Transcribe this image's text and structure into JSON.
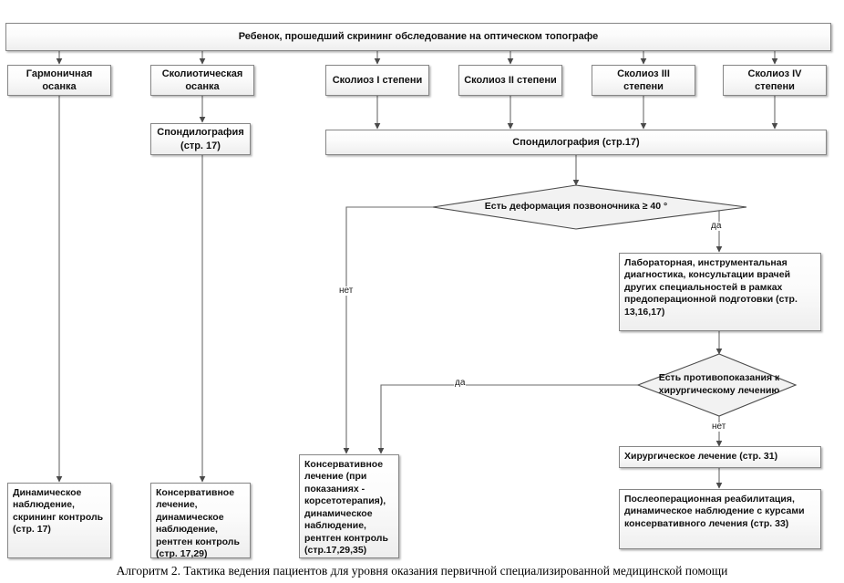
{
  "figure": {
    "caption": "Алгоритм 2. Тактика ведения пациентов для уровня оказания первичной специализированной медицинской помощи",
    "colors": {
      "node_border": "#868686",
      "node_fill_top": "#ffffff",
      "node_fill_bottom": "#eeeeee",
      "connector": "#5a5a5a",
      "text": "#111111"
    }
  },
  "chart_data": {
    "type": "diagram",
    "title": "Алгоритм 2. Тактика ведения пациентов для уровня оказания первичной специализированной медицинской помощи",
    "nodes": [
      {
        "id": "root",
        "shape": "process",
        "text": "Ребенок, прошедший скрининг обследование на оптическом топографе"
      },
      {
        "id": "harm",
        "shape": "process",
        "text": "Гармоничная осанка"
      },
      {
        "id": "scolpos",
        "shape": "process",
        "text": "Сколиотическая осанка"
      },
      {
        "id": "deg1",
        "shape": "process",
        "text": "Сколиоз I степени"
      },
      {
        "id": "deg2",
        "shape": "process",
        "text": "Сколиоз II степени"
      },
      {
        "id": "deg3",
        "shape": "process",
        "text": "Сколиоз III степени"
      },
      {
        "id": "deg4",
        "shape": "process",
        "text": "Сколиоз IV степени"
      },
      {
        "id": "spondL",
        "shape": "process",
        "text": "Спондилография (стр. 17)"
      },
      {
        "id": "spondR",
        "shape": "process",
        "text": "Спондилография (стр.17)"
      },
      {
        "id": "decide1",
        "shape": "decision",
        "text": "Есть деформация позвоночника ≥ 40 °"
      },
      {
        "id": "labdiag",
        "shape": "process",
        "text": "Лабораторная, инструментальная диагностика, консультации врачей других специальностей в рамках предоперационной подготовки (стр. 13,16,17)"
      },
      {
        "id": "decide2",
        "shape": "decision",
        "text": "Есть противопоказания к хирургическому лечению"
      },
      {
        "id": "surgery",
        "shape": "process",
        "text": "Хирургическое лечение (стр. 31)"
      },
      {
        "id": "postop",
        "shape": "process",
        "text": "Послеоперационная реабилитация, динамическое наблюдение с курсами консервативного лечения (стр. 33)"
      },
      {
        "id": "dynobs",
        "shape": "process",
        "text": "Динамическое наблюдение, скрининг контроль (стр. 17)"
      },
      {
        "id": "conserv1",
        "shape": "process",
        "text": "Консервативное лечение, динамическое наблюдение, рентген контроль (стр. 17,29)"
      },
      {
        "id": "conserv2",
        "shape": "process",
        "text": "Консервативное лечение (при показаниях - корсетотерапия), динамическое наблюдение, рентген контроль (стр.17,29,35)"
      }
    ],
    "edges": [
      {
        "from": "root",
        "to": "harm",
        "label": ""
      },
      {
        "from": "root",
        "to": "scolpos",
        "label": ""
      },
      {
        "from": "root",
        "to": "deg1",
        "label": ""
      },
      {
        "from": "root",
        "to": "deg2",
        "label": ""
      },
      {
        "from": "root",
        "to": "deg3",
        "label": ""
      },
      {
        "from": "root",
        "to": "deg4",
        "label": ""
      },
      {
        "from": "harm",
        "to": "dynobs",
        "label": ""
      },
      {
        "from": "scolpos",
        "to": "spondL",
        "label": ""
      },
      {
        "from": "spondL",
        "to": "conserv1",
        "label": ""
      },
      {
        "from": "deg1",
        "to": "spondR",
        "label": ""
      },
      {
        "from": "deg2",
        "to": "spondR",
        "label": ""
      },
      {
        "from": "deg3",
        "to": "spondR",
        "label": ""
      },
      {
        "from": "deg4",
        "to": "spondR",
        "label": ""
      },
      {
        "from": "spondR",
        "to": "decide1",
        "label": ""
      },
      {
        "from": "decide1",
        "to": "labdiag",
        "label": "да"
      },
      {
        "from": "decide1",
        "to": "conserv2",
        "label": "нет"
      },
      {
        "from": "labdiag",
        "to": "decide2",
        "label": ""
      },
      {
        "from": "decide2",
        "to": "conserv2",
        "label": "да"
      },
      {
        "from": "decide2",
        "to": "surgery",
        "label": "нет"
      },
      {
        "from": "surgery",
        "to": "postop",
        "label": ""
      }
    ],
    "edge_labels": [
      "да",
      "нет",
      "да",
      "нет"
    ]
  },
  "labels": {
    "yes1": "да",
    "no1": "нет",
    "yes2": "да",
    "no2": "нет"
  }
}
